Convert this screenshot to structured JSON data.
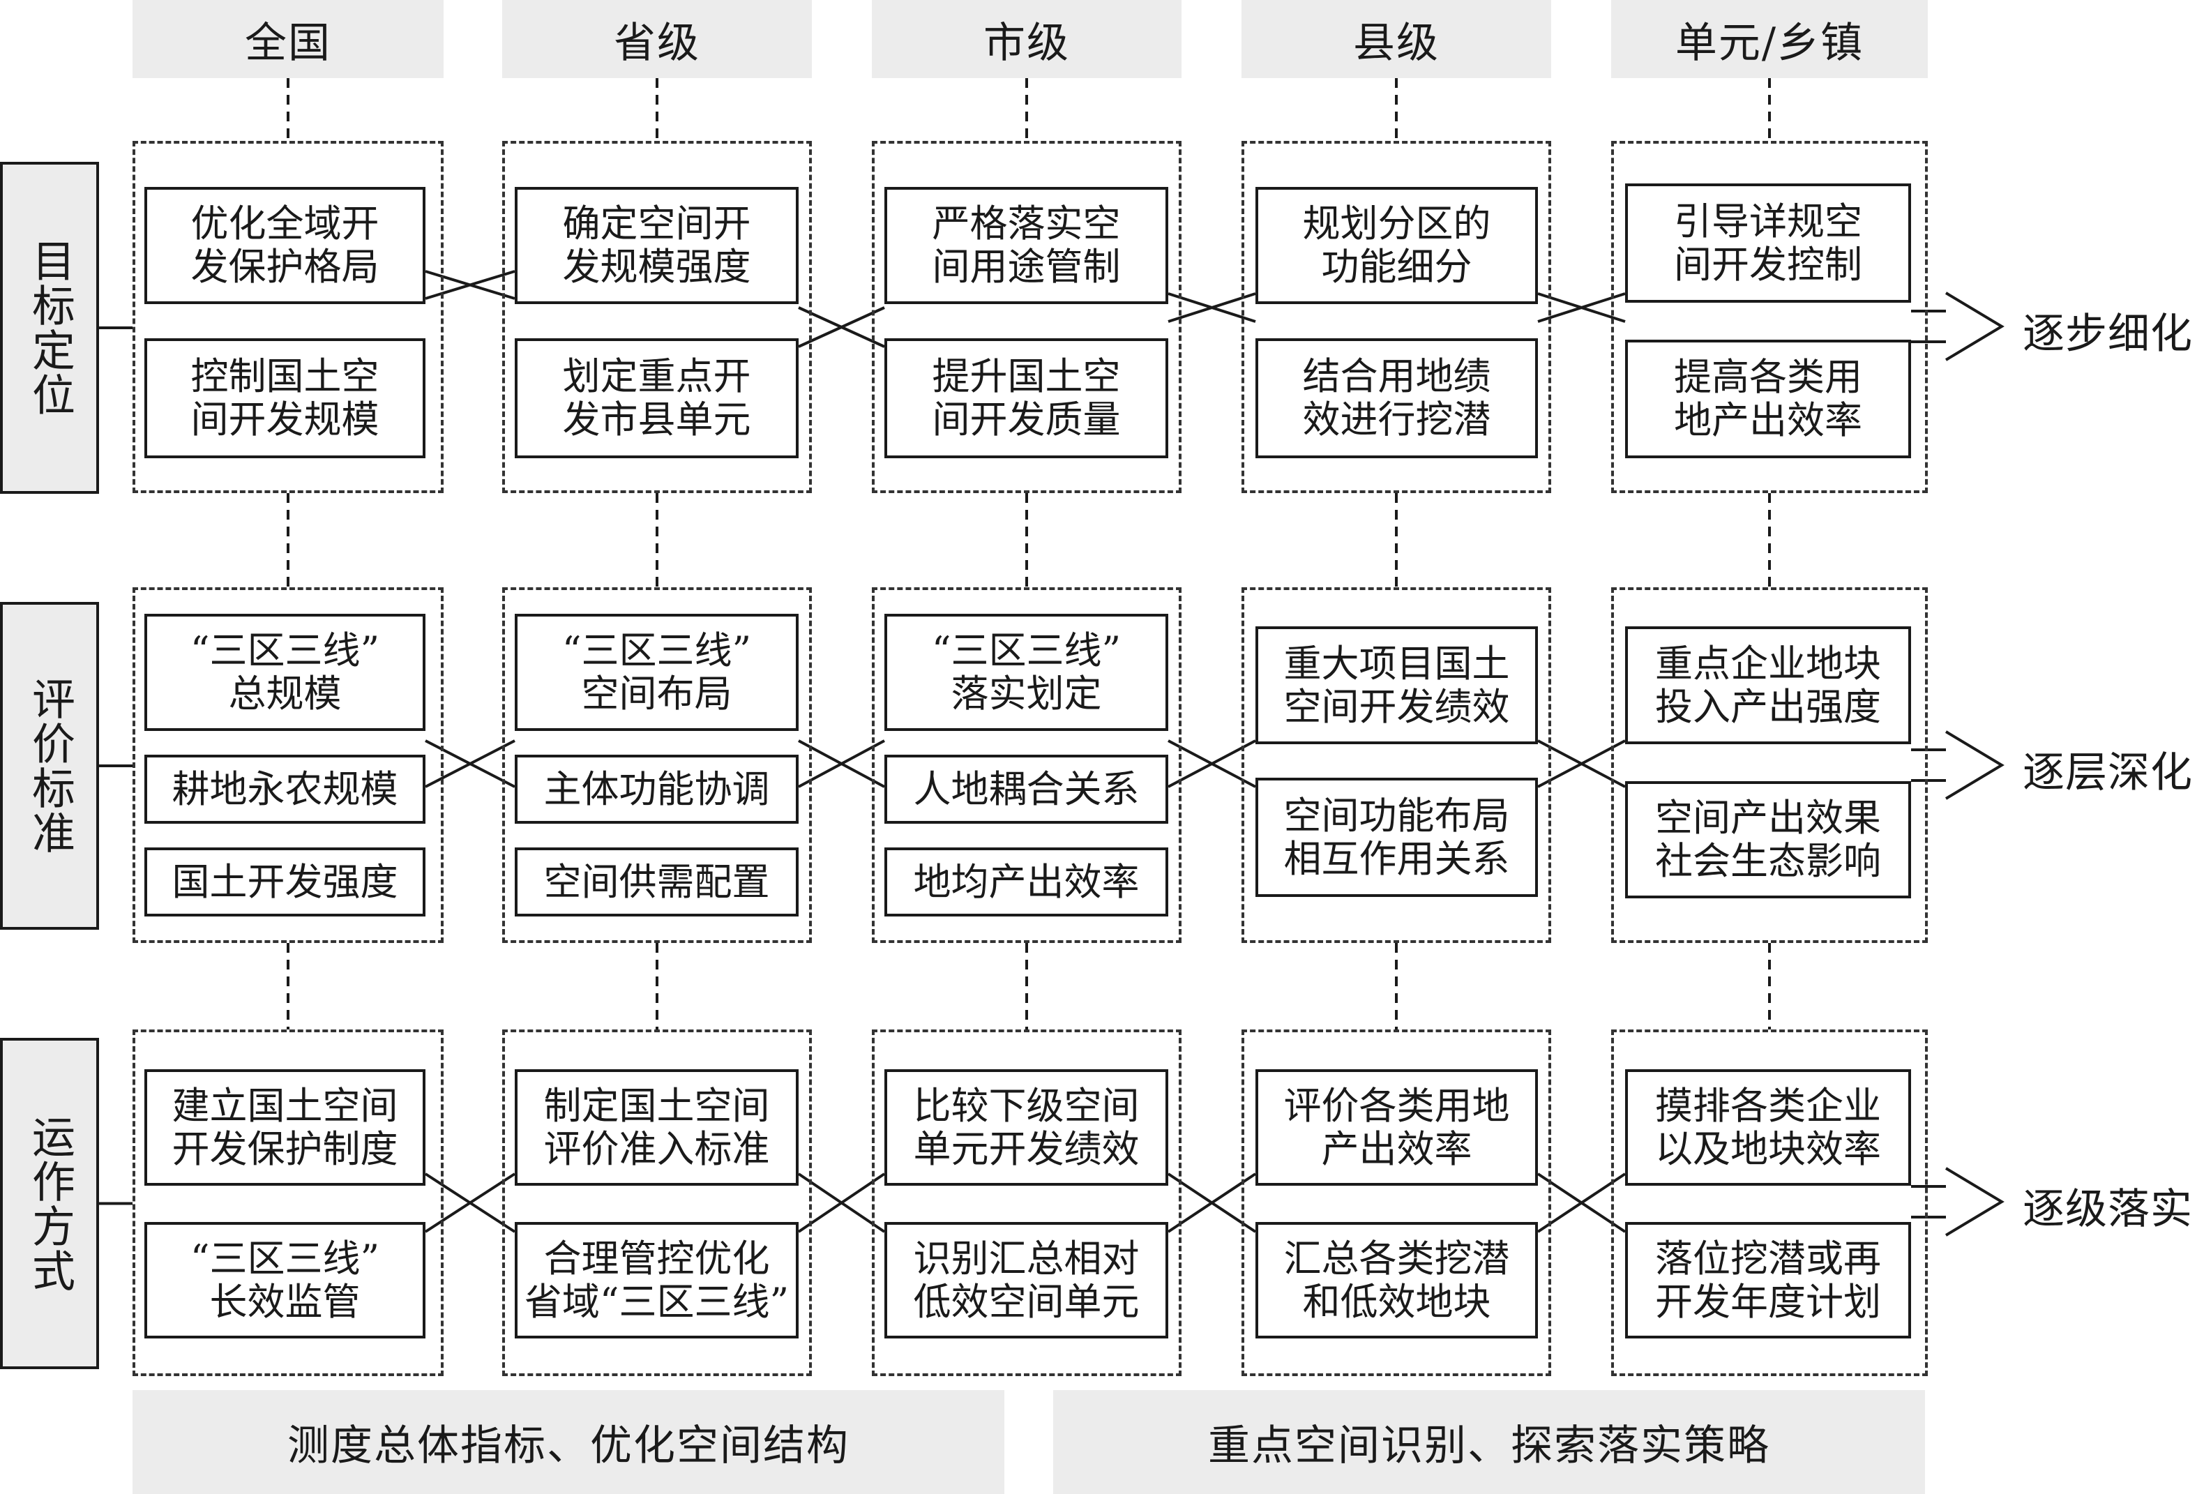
{
  "levels": [
    "全国",
    "省级",
    "市级",
    "县级",
    "单元/乡镇"
  ],
  "rows": [
    {
      "label": "目标定位",
      "result": "逐步细化",
      "cells": [
        [
          "优化全域开\n发保护格局",
          "控制国土空\n间开发规模"
        ],
        [
          "确定空间开\n发规模强度",
          "划定重点开\n发市县单元"
        ],
        [
          "严格落实空\n间用途管制",
          "提升国土空\n间开发质量"
        ],
        [
          "规划分区的\n功能细分",
          "结合用地绩\n效进行挖潜"
        ],
        [
          "引导详规空\n间开发控制",
          "提高各类用\n地产出效率"
        ]
      ]
    },
    {
      "label": "评价标准",
      "result": "逐层深化",
      "cells": [
        [
          "“三区三线”\n总规模",
          "耕地永农规模",
          "国土开发强度"
        ],
        [
          "“三区三线”\n空间布局",
          "主体功能协调",
          "空间供需配置"
        ],
        [
          "“三区三线”\n落实划定",
          "人地耦合关系",
          "地均产出效率"
        ],
        [
          "重大项目国土\n空间开发绩效",
          "空间功能布局\n相互作用关系"
        ],
        [
          "重点企业地块\n投入产出强度",
          "空间产出效果\n社会生态影响"
        ]
      ]
    },
    {
      "label": "运作方式",
      "result": "逐级落实",
      "cells": [
        [
          "建立国土空间\n开发保护制度",
          "“三区三线”\n长效监管"
        ],
        [
          "制定国土空间\n评价准入标准",
          "合理管控优化\n省域“三区三线”"
        ],
        [
          "比较下级空间\n单元开发绩效",
          "识别汇总相对\n低效空间单元"
        ],
        [
          "评价各类用地\n产出效率",
          "汇总各类挖潜\n和低效地块"
        ],
        [
          "摸排各类企业\n以及地块效率",
          "落位挖潜或再\n开发年度计划"
        ]
      ]
    }
  ],
  "footer": [
    "测度总体指标、优化空间结构",
    "重点空间识别、探索落实策略"
  ]
}
